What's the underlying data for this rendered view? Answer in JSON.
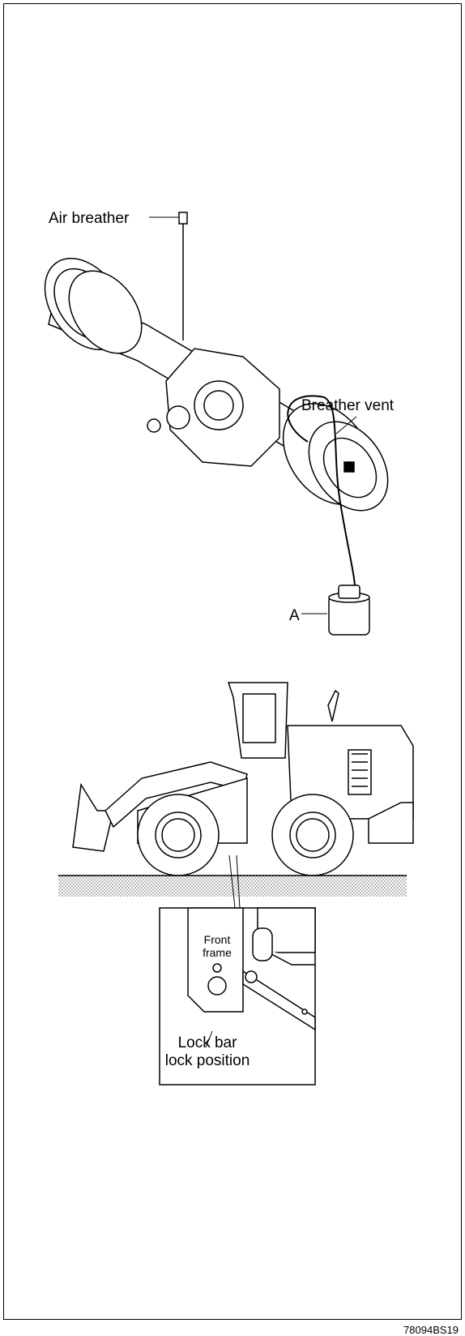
{
  "labels": {
    "air_breather": "Air breather",
    "breather_vent": "Breather vent",
    "container": "A",
    "front_frame_line1": "Front",
    "front_frame_line2": "frame",
    "lock_bar_line1": "Lock bar",
    "lock_bar_line2": "lock position"
  },
  "figure_code": "78094BS19",
  "colors": {
    "line": "#000000",
    "fill": "#ffffff",
    "ground": "#888888"
  }
}
